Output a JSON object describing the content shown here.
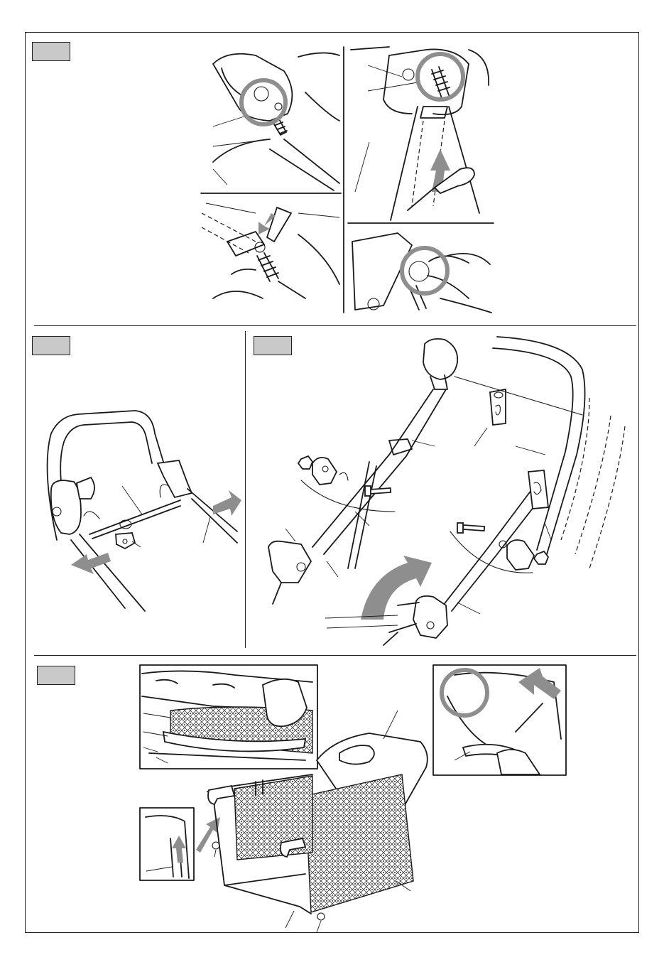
{
  "colors": {
    "ink": "#1a1a1a",
    "step_tag_fill": "#c9c9c9",
    "highlight_gray": "#8e8e8e",
    "background": "#ffffff"
  },
  "steps": [
    {
      "id": "step-1",
      "label": ""
    },
    {
      "id": "step-2",
      "label": ""
    },
    {
      "id": "step-3",
      "label": ""
    },
    {
      "id": "step-4",
      "label": ""
    }
  ],
  "icons": [
    "magnifier-ring",
    "direction-arrow",
    "screwdriver",
    "bolt",
    "wing-nut",
    "cable-clip",
    "grass-bag"
  ]
}
